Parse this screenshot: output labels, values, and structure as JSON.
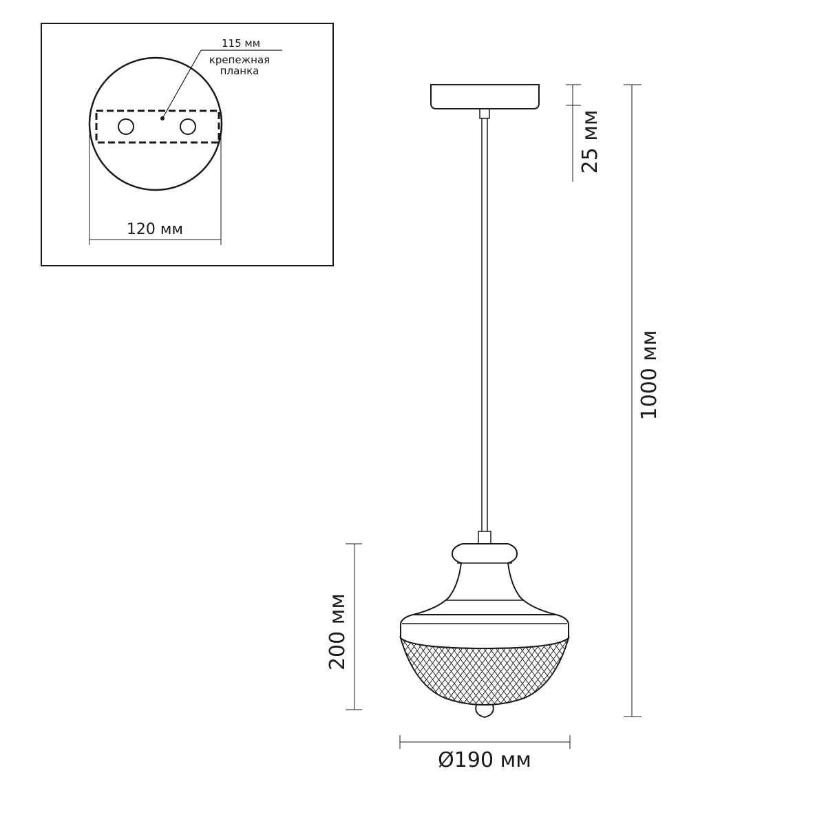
{
  "inset": {
    "top_label": "115 мм",
    "plate_label_line1": "крепежная",
    "plate_label_line2": "планка",
    "width_label": "120 мм"
  },
  "dimensions": {
    "canopy_height": "25 мм",
    "total_length": "1000 мм",
    "shade_height": "200 мм",
    "diameter": "Ø190 мм"
  },
  "colors": {
    "line": "#1a1a1a",
    "background": "#ffffff"
  }
}
